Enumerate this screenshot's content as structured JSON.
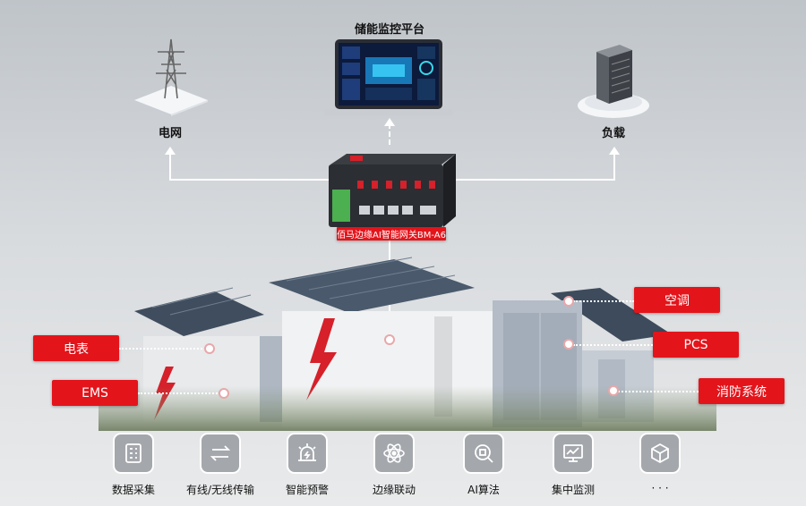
{
  "title": "储能监控平台",
  "grid": {
    "label": "电网"
  },
  "load": {
    "label": "负载"
  },
  "gateway": {
    "label": "佰马边缘AI智能网关BM-A6",
    "brand_color": "#d6202a"
  },
  "callouts": {
    "meter": "电表",
    "ems": "EMS",
    "ac": "空调",
    "pcs": "PCS",
    "fire": "消防系统"
  },
  "features": [
    {
      "label": "数据采集",
      "icon": "data-collect-icon"
    },
    {
      "label": "有线/无线传输",
      "icon": "transfer-icon"
    },
    {
      "label": "智能预警",
      "icon": "alarm-icon"
    },
    {
      "label": "边缘联动",
      "icon": "edge-link-icon"
    },
    {
      "label": "AI算法",
      "icon": "ai-chip-icon"
    },
    {
      "label": "集中监测",
      "icon": "monitor-icon"
    },
    {
      "label": "· · ·",
      "icon": "cube-icon"
    }
  ],
  "colors": {
    "accent": "#e4141b",
    "background": "#c7cbcf"
  }
}
